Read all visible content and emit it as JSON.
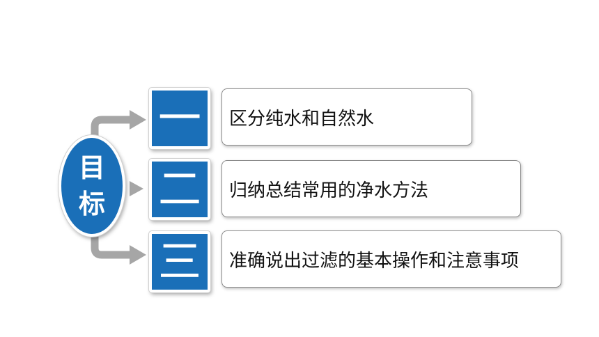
{
  "goal": {
    "chars": [
      "目",
      "标"
    ],
    "color": "#1a6fb8"
  },
  "items": [
    {
      "number": "一",
      "text": "区分纯水和自然水"
    },
    {
      "number": "二",
      "text": "归纳总结常用的净水方法"
    },
    {
      "number": "三",
      "text": "准确说出过滤的基本操作和注意事项"
    }
  ],
  "arrow_color": "#a6a6a6"
}
